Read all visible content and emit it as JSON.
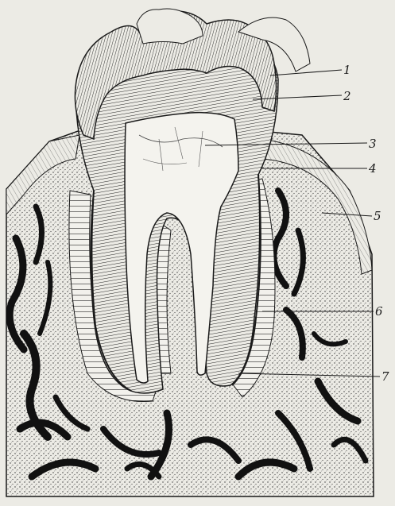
{
  "figure": {
    "labels": [
      {
        "id": "label-1",
        "text": "1"
      },
      {
        "id": "label-2",
        "text": "2"
      },
      {
        "id": "label-3",
        "text": "3"
      },
      {
        "id": "label-4",
        "text": "4"
      },
      {
        "id": "label-5",
        "text": "5"
      },
      {
        "id": "label-6",
        "text": "6"
      },
      {
        "id": "label-7",
        "text": "7"
      }
    ]
  },
  "colors": {
    "paper": "#ecebe5",
    "ink": "#1a1a1a",
    "bone_dark": "#111111",
    "pulp": "#f4f3ee"
  }
}
